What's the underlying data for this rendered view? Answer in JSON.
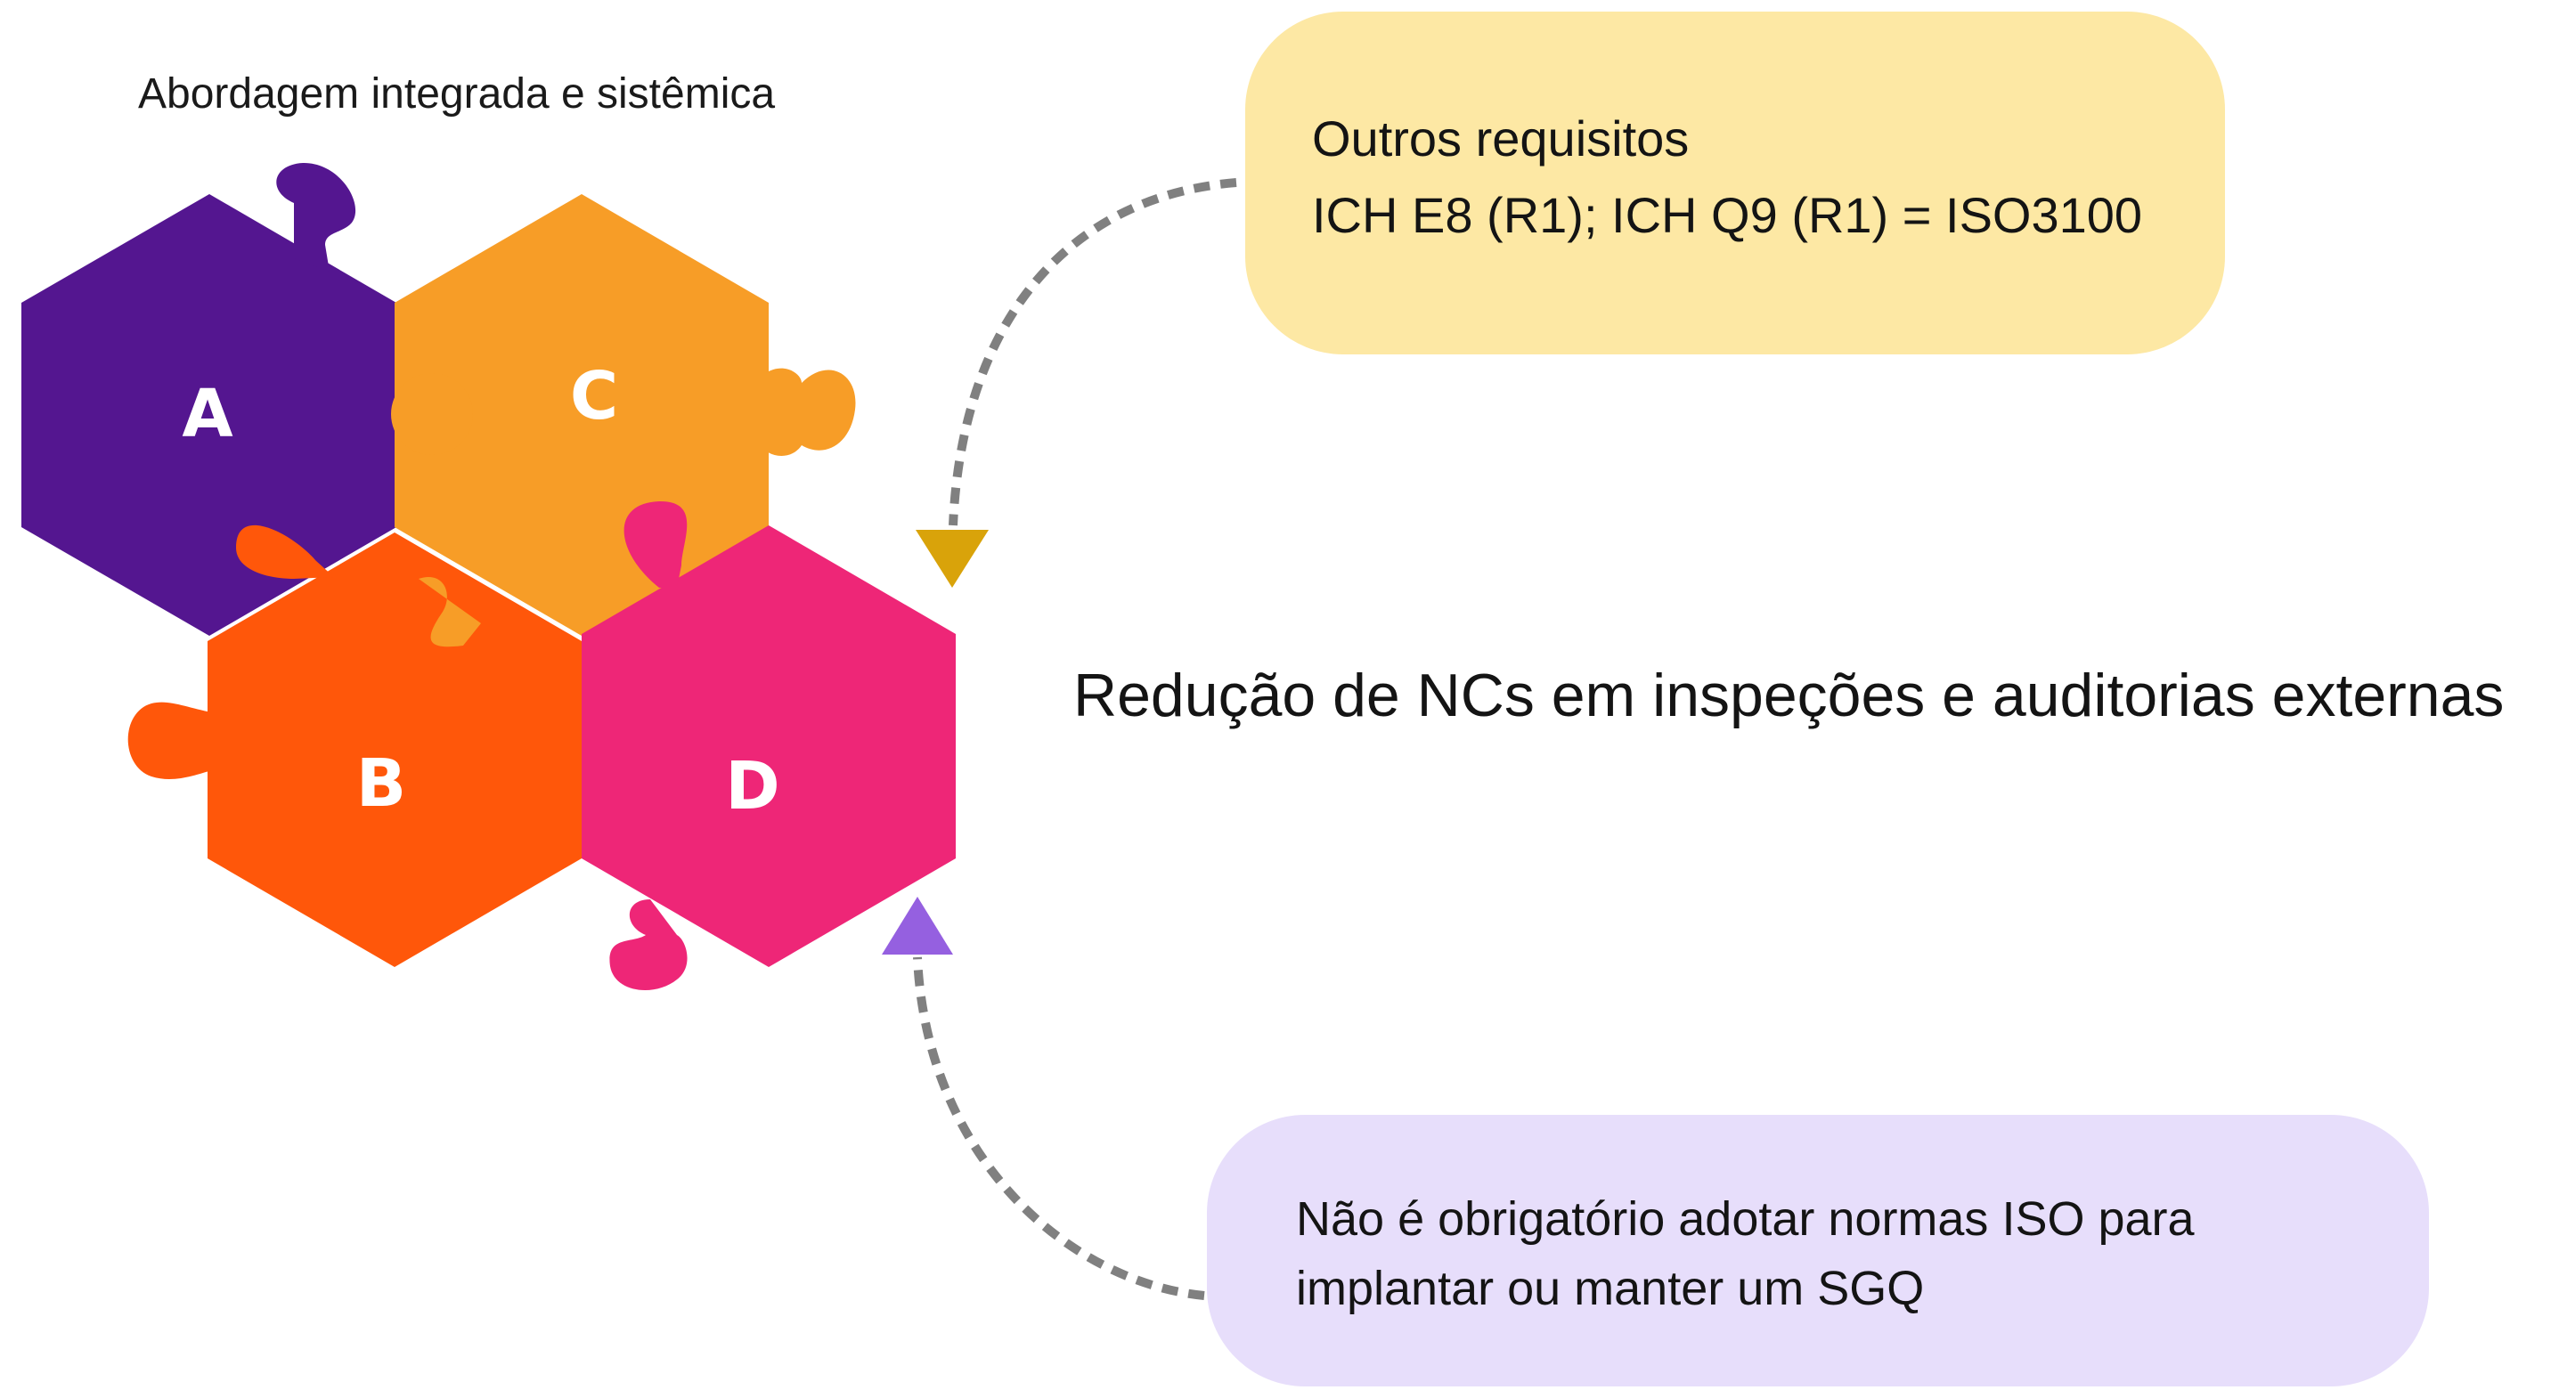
{
  "caption": "Abordagem integrada e sistêmica",
  "pieces": {
    "a": {
      "label": "A",
      "color": "#541690"
    },
    "b": {
      "label": "B",
      "color": "#FF570A"
    },
    "c": {
      "label": "C",
      "color": "#F79D27"
    },
    "d": {
      "label": "D",
      "color": "#EE2677"
    }
  },
  "callout_top": {
    "line1": "Outros requisitos",
    "line2": "ICH E8 (R1);  ICH Q9 (R1)  = ISO3100",
    "color": "#FDE8A4",
    "arrow_color": "#D9A30A"
  },
  "center_text": "Redução de NCs em inspeções e auditorias externas",
  "callout_bottom": {
    "line1": "Não é obrigatório adotar normas ISO para",
    "line2": "implantar ou manter um SGQ",
    "color": "#E7DEFB",
    "arrow_color": "#9560E0"
  },
  "connector_color": "#808080"
}
